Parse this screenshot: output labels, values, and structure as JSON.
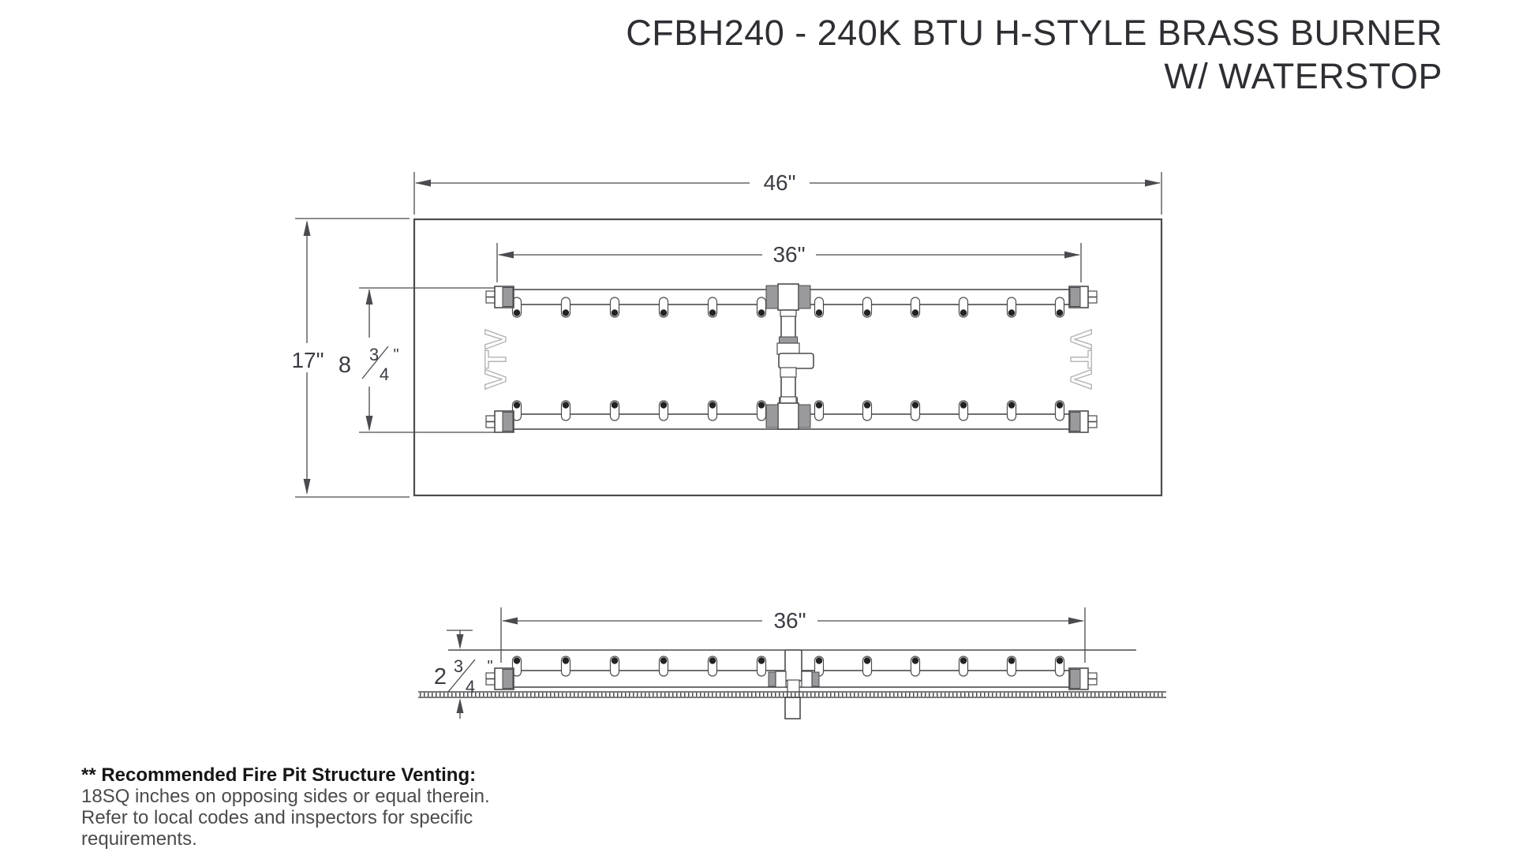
{
  "title": {
    "line1": "CFBH240 - 240K BTU H-STYLE BRASS BURNER",
    "line2": "W/ WATERSTOP"
  },
  "brand_logo": "VTV",
  "top_view": {
    "overall_width_label": "46\"",
    "burner_width_label": "36\"",
    "depth_label": "17\"",
    "tube_spacing": {
      "whole": "8",
      "numerator": "3",
      "denominator": "4",
      "unit": "\""
    }
  },
  "side_view": {
    "burner_width_label": "36\"",
    "height": {
      "whole": "2",
      "numerator": "3",
      "denominator": "4",
      "unit": "\""
    }
  },
  "notes": {
    "heading": "** Recommended Fire Pit Structure Venting:",
    "line1": "18SQ inches on opposing sides or equal therein.",
    "line2": "Refer to local codes and inspectors for specific",
    "line3": "requirements."
  },
  "colors": {
    "line": "#4b4b4f",
    "text": "#3c3c44",
    "title": "#2e2e33",
    "gray-fill": "#9a9a9d",
    "tip": "#222222",
    "logo": "#b4b4b6",
    "note-heading": "#161616",
    "note-body": "#4b4b4b",
    "background": "#ffffff"
  }
}
